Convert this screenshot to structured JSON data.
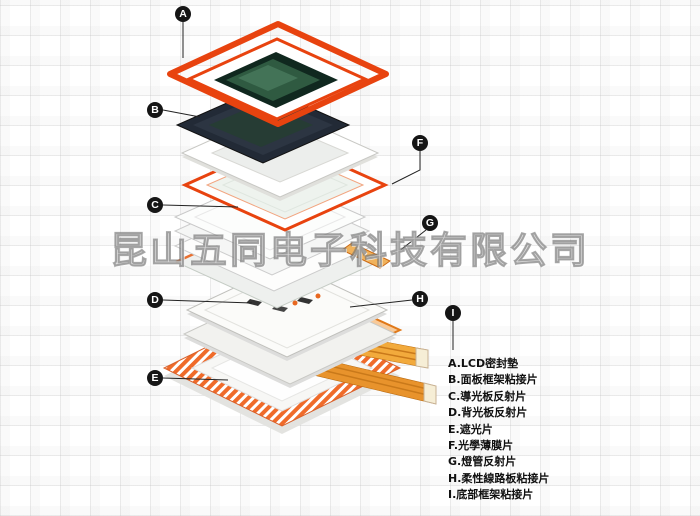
{
  "watermark": "昆山五同电子科技有限公司",
  "diagram": {
    "type": "exploded-view",
    "subject": "LCD backlight module assembly",
    "markers": [
      "A",
      "B",
      "C",
      "D",
      "E",
      "F",
      "G",
      "H",
      "I"
    ],
    "legend": [
      "A.LCD密封墊",
      "B.面板框架粘接片",
      "C.導光板反射片",
      "D.背光板反射片",
      "E.遮光片",
      "F.光學薄膜片",
      "G.燈管反射片",
      "H.柔性線路板粘接片",
      "I.底部框架粘接片"
    ],
    "palette": {
      "frame_orange": "#e8430f",
      "flex_amber": "#eda23a",
      "panel_dark": "#222a36",
      "screen_green": "#2f5a41",
      "marker_black": "#151515"
    }
  }
}
